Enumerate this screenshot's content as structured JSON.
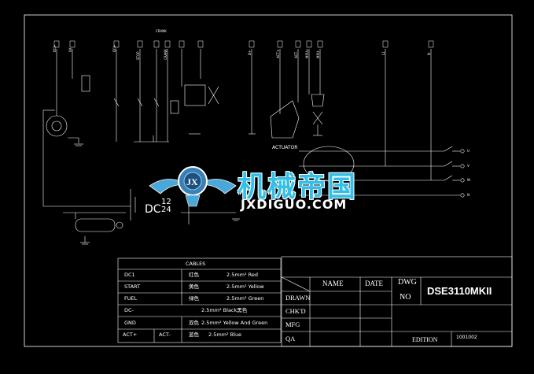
{
  "drawing": {
    "column_labels": [
      "DC+",
      "0V",
      "DC+",
      "STOP",
      "CRANK",
      "D+",
      "ACT+",
      "ACT-",
      "MPU+",
      "MPU-",
      "L1",
      "N"
    ],
    "crank_label": "CRANK",
    "actuator_label": "ACTUATOR",
    "supply": {
      "prefix": "DC",
      "upper": "12",
      "lower": "24"
    },
    "phase_terminals": [
      "U",
      "V",
      "W",
      "N"
    ]
  },
  "watermark": {
    "text_cn": "机械帝国",
    "text_en": "JXDIGUO.COM",
    "logo_letters": "JX"
  },
  "cables_table": {
    "title": "CABLES",
    "rows": [
      {
        "name": "DC1",
        "name2": "",
        "spec_cn": "红色",
        "spec": "2.5mm² Red"
      },
      {
        "name": "START",
        "name2": "",
        "spec_cn": "黄色",
        "spec": "2.5mm² Yellow"
      },
      {
        "name": "FUEL",
        "name2": "",
        "spec_cn": "绿色",
        "spec": "2.5mm² Green"
      },
      {
        "name": "DC-",
        "name2": "",
        "spec_cn": "",
        "spec": "2.5mm² Black黑色"
      },
      {
        "name": "GND",
        "name2": "",
        "spec_cn": "双色",
        "spec": "2.5mm² Yellow And Green"
      },
      {
        "name": "ACT+",
        "name2": "ACT-",
        "spec_cn": "蓝色",
        "spec": "2.5mm² Blue"
      }
    ]
  },
  "title_block": {
    "name_hdr": "NAME",
    "date_hdr": "DATE",
    "dwg_no_line1": "DWG",
    "dwg_no_line2": "NO",
    "drawing_no": "DSE3110MKII",
    "rows": [
      "DRAWN",
      "CHK'D",
      "MFG",
      "QA"
    ],
    "edition_label": "EDITION",
    "edition_value": "1001002"
  }
}
